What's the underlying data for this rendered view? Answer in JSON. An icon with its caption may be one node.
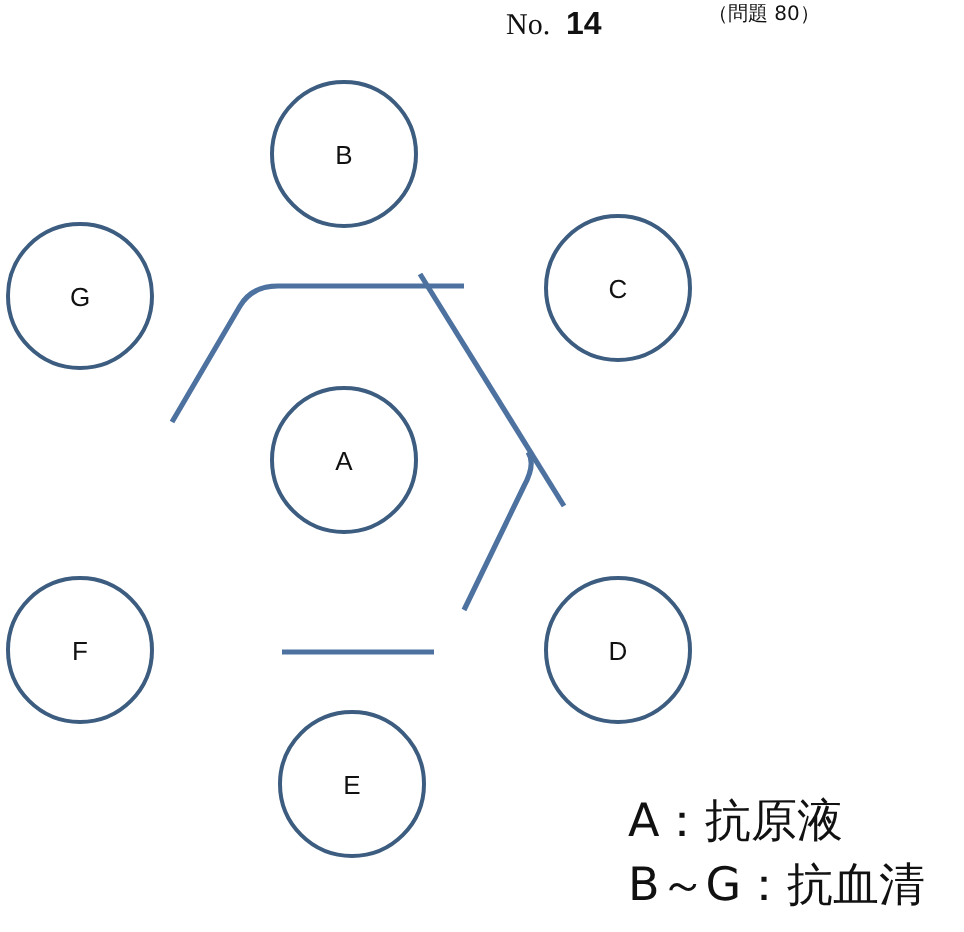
{
  "diagram": {
    "nodes": [
      {
        "text": [
          "B"
        ]
      },
      {
        "text": [
          "G"
        ]
      },
      {
        "text": [
          "C"
        ]
      },
      {
        "text": [
          "A"
        ]
      },
      {
        "text": [
          "F"
        ]
      },
      {
        "text": [
          "D"
        ]
      },
      {
        "text": [
          "E"
        ]
      }
    ],
    "labels": [
      "No.",
      "14",
      "（問題 80）",
      "A：抗原液",
      "B～G：抗血清"
    ]
  }
}
